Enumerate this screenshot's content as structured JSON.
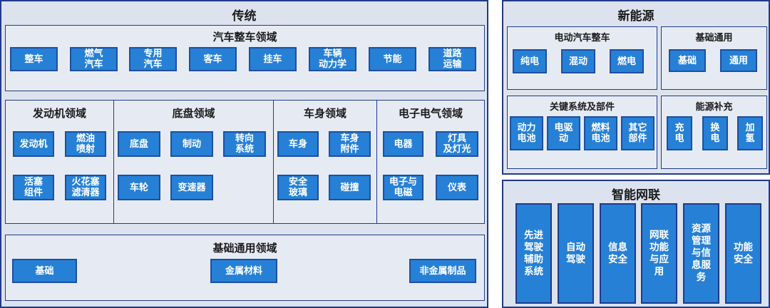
{
  "traditional": {
    "title": "传统",
    "vehicle": {
      "title": "汽车整车领域",
      "items": [
        "整车",
        "燃气\n汽车",
        "专用\n汽车",
        "客车",
        "挂车",
        "车辆\n动力学",
        "节能",
        "道路\n运输"
      ]
    },
    "engine": {
      "title": "发动机领域",
      "items": [
        "发动机",
        "燃油\n喷射",
        "活塞\n组件",
        "火花塞\n滤清器"
      ]
    },
    "chassis": {
      "title": "底盘领域",
      "items": [
        "底盘",
        "制动",
        "转向\n系统",
        "车轮",
        "变速器"
      ]
    },
    "body": {
      "title": "车身领域",
      "items": [
        "车身",
        "车身\n附件",
        "安全\n玻璃",
        "碰撞"
      ]
    },
    "electrical": {
      "title": "电子电气领域",
      "items": [
        "电器",
        "灯具\n及灯光",
        "电子与\n电磁",
        "仪表"
      ]
    },
    "general": {
      "title": "基础通用领域",
      "items": [
        "基础",
        "金属材料",
        "非金属制品"
      ]
    }
  },
  "new_energy": {
    "title": "新能源",
    "ev": {
      "title": "电动汽车整车",
      "items": [
        "纯电",
        "混动",
        "燃电"
      ]
    },
    "basic": {
      "title": "基础通用",
      "items": [
        "基础",
        "通用"
      ]
    },
    "key": {
      "title": "关键系统及部件",
      "items": [
        "动力\n电池",
        "电驱\n动",
        "燃料\n电池",
        "其它\n部件"
      ]
    },
    "supply": {
      "title": "能源补充",
      "items": [
        "充\n电",
        "换\n电",
        "加\n氢"
      ]
    }
  },
  "connected": {
    "title": "智能网联",
    "items": [
      "先进\n驾驶\n辅助\n系统",
      "自动\n驾驶",
      "信息\n安全",
      "网联\n功能\n与应\n用",
      "资源\n管理\n与信\n息服\n务",
      "功能\n安全"
    ]
  }
}
